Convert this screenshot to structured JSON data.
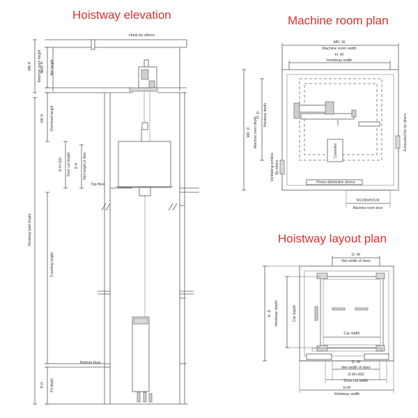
{
  "colors": {
    "title": "#d9312b",
    "line": "#555555",
    "text": "#333333"
  },
  "titles": {
    "elevation": "Hoistway elevation",
    "machine_room": "Machine room plan",
    "layout": "Hoistway layout plan"
  },
  "elevation": {
    "hook": "Hook  by others",
    "mr_h": "MR H",
    "mr_h_sub": "Machine room height",
    "nmr_h": "NMR H",
    "net_height": "Net height",
    "hr_h": "HR H",
    "overhead_height": "Overhead height",
    "dh100": "D.H+100",
    "door_cut_height": "Door cut height",
    "dh": "D.H",
    "net_height_door": "Net height of door",
    "top_floor": "Top floor",
    "hoistway_total_height": "Hoistway total height",
    "traveling_height": "Traveling height",
    "bottom_floor": "Bottom floor",
    "ph": "P H",
    "pit_depth": "Pit depth"
  },
  "machine_room": {
    "mr_w": "MR. W",
    "mr_width": "Machine room width",
    "hw": "H. W",
    "hoistway_width": "Hoistway width",
    "mr_d": "MR. D",
    "mr_depth": "Machine room depth",
    "hd": "H. D",
    "hoistway_depth": "Hoistway depth",
    "controller": "Controller",
    "ventilating_window": "Ventilating window",
    "by_others": "By others",
    "exhausted_fan": "Exhausted fan by others",
    "power_device": "Power distribution device",
    "door_size": "W1200xH2100",
    "mr_door": "Machine room door"
  },
  "layout": {
    "dw": "D. W",
    "net_width_door": "Net width of door",
    "hd": "H. D",
    "hoistway_depth": "Hoistway depth",
    "car_depth": "Car depth",
    "car_width": "Car width",
    "dw2": "D. W",
    "net_width_door2": "Net width of door",
    "dw200": "D.W+200",
    "door_cut_width": "Door cut width",
    "hw": "H.W",
    "hoistway_width": "Hoistway width"
  }
}
